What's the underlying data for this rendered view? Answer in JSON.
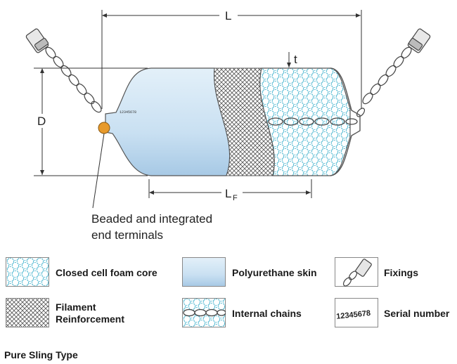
{
  "dimensions": {
    "length": "L",
    "diameter": "D",
    "skin_thickness": "t",
    "foam_length_main": "L",
    "foam_length_sub": "F"
  },
  "callout": {
    "line1": "Beaded and integrated",
    "line2": "end terminals"
  },
  "legend": [
    {
      "label": "Closed cell foam core",
      "swatch": "foam-swatch"
    },
    {
      "label": "Polyurethane skin",
      "swatch": "skin-swatch"
    },
    {
      "label": "Fixings",
      "swatch": "fixings-swatch"
    },
    {
      "label": "Filament\nReinforcement",
      "swatch": "filament-swatch"
    },
    {
      "label": "Internal chains",
      "swatch": "chains-swatch"
    },
    {
      "label": "Serial number",
      "swatch": "serial-swatch"
    }
  ],
  "serial_swatch_text": "12345678",
  "caption": "Pure Sling Type",
  "colors": {
    "skin": "#cfe4f3",
    "skin_dark": "#a9cbe6",
    "foam_dots": "#49b7cf",
    "terminal": "#e79a2b",
    "line": "#333333"
  }
}
